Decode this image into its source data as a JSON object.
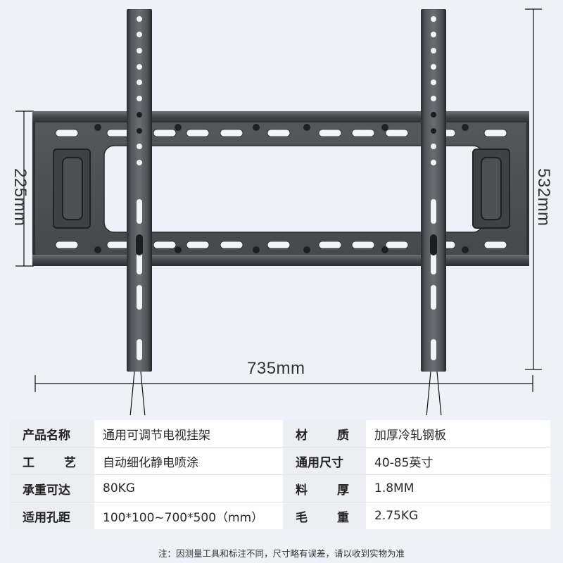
{
  "diagram": {
    "subject": "TV wall mount bracket (fixed, flat)",
    "dimensions": {
      "height_inner": "225mm",
      "height_overall": "532mm",
      "width_overall": "735mm"
    },
    "colors": {
      "background": "#eef1f7",
      "bracket_dark": "#3a3b3d",
      "bracket_mid": "#5a5c60",
      "bracket_light": "#7b7e83",
      "hole": "#f2f4f8",
      "dimension_line": "#111111"
    }
  },
  "specs": {
    "rows": [
      {
        "label1": "产品名称",
        "label1_parts": [
          "产品名称"
        ],
        "value1": "通用可调节电视挂架",
        "label2": "材质",
        "label2_parts": [
          "材",
          "质"
        ],
        "value2": "加厚冷轧钢板"
      },
      {
        "label1": "工艺",
        "label1_parts": [
          "工",
          "艺"
        ],
        "value1": "自动细化静电喷涂",
        "label2": "通用尺寸",
        "label2_parts": [
          "通用尺寸"
        ],
        "value2": "40-85英寸"
      },
      {
        "label1": "承重可达",
        "label1_parts": [
          "承重可达"
        ],
        "value1": "80KG",
        "label2": "料厚",
        "label2_parts": [
          "料",
          "厚"
        ],
        "value2": "1.8MM"
      },
      {
        "label1": "适用孔距",
        "label1_parts": [
          "适用孔距"
        ],
        "value1": "100*100~700*500（mm）",
        "label2": "毛重",
        "label2_parts": [
          "毛",
          "重"
        ],
        "value2": "2.75KG"
      }
    ]
  },
  "note": "注：因测量工具和标注不同，尺寸略有误差，请以收到实物为准"
}
